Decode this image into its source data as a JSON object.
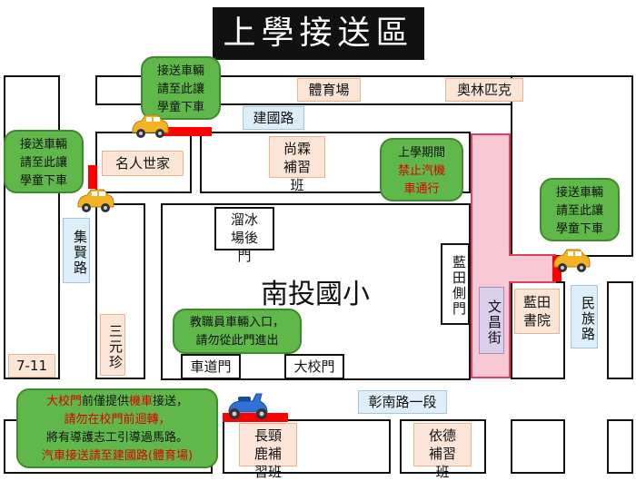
{
  "title": "上學接送區",
  "school": "南投國小",
  "roads": {
    "jianguo": "建國路",
    "jixian": "集賢路",
    "wenchang": "文昌街",
    "minzu": "民族路",
    "zhangnan": "彰南路一段"
  },
  "places": {
    "gym": "體育場",
    "olympic": "奧林匹克",
    "shanglin": "尚霖補習班",
    "mingren": "名人世家",
    "sanyuan": "三元珍",
    "seven": "7-11",
    "lantian_academy": "藍田書院",
    "changjinglu": "長頸鹿補習班",
    "yide": "依德補習班"
  },
  "gates": {
    "ice_rink": "溜冰場後門",
    "side_gate": "藍田側門",
    "driveway_gate": "車道門",
    "main_gate": "大校門"
  },
  "bubbles": {
    "top": [
      "接送車輛",
      "請至此讓",
      "學童下車"
    ],
    "left": [
      "接送車輛",
      "請至此讓",
      "學童下車"
    ],
    "right": [
      "接送車輛",
      "請至此讓",
      "學童下車"
    ],
    "no_car": [
      "上學期間",
      "禁止汽機",
      "車通行"
    ],
    "staff": [
      "教職員車輛入口，",
      "請勿從此門進出"
    ],
    "main_gate_line1a": "大校門",
    "main_gate_line1b": "前僅提供",
    "main_gate_line1c": "機車",
    "main_gate_line1d": "接送，",
    "main_gate_line2": "請勿在校門前迴轉，",
    "main_gate_line3": "將有導護志工引導過馬路。",
    "main_gate_line4": "汽車接送請至建國路(體育場)"
  },
  "colors": {
    "bubble_green": "#5fb849",
    "alert_red": "#e00000",
    "no_car_zone": "#f8c9d4",
    "label_orange": "#fbe5d6",
    "label_blue": "#ddeef8"
  }
}
